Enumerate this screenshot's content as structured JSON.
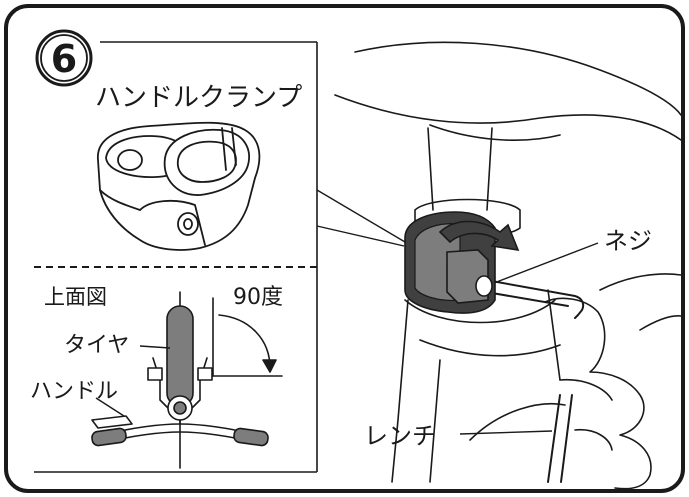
{
  "step": {
    "number": "6"
  },
  "part": {
    "name": "ハンドルクランプ"
  },
  "inset": {
    "view_label": "上面図",
    "angle_label": "90度",
    "tire_label": "タイヤ",
    "handle_label": "ハンドル"
  },
  "callouts": {
    "screw_label": "ネジ",
    "wrench_label": "レンチ"
  },
  "colors": {
    "outline": "#1a1a1a",
    "part_gray": "#7d7d7d",
    "dark_band": "#404040",
    "background": "#ffffff"
  }
}
